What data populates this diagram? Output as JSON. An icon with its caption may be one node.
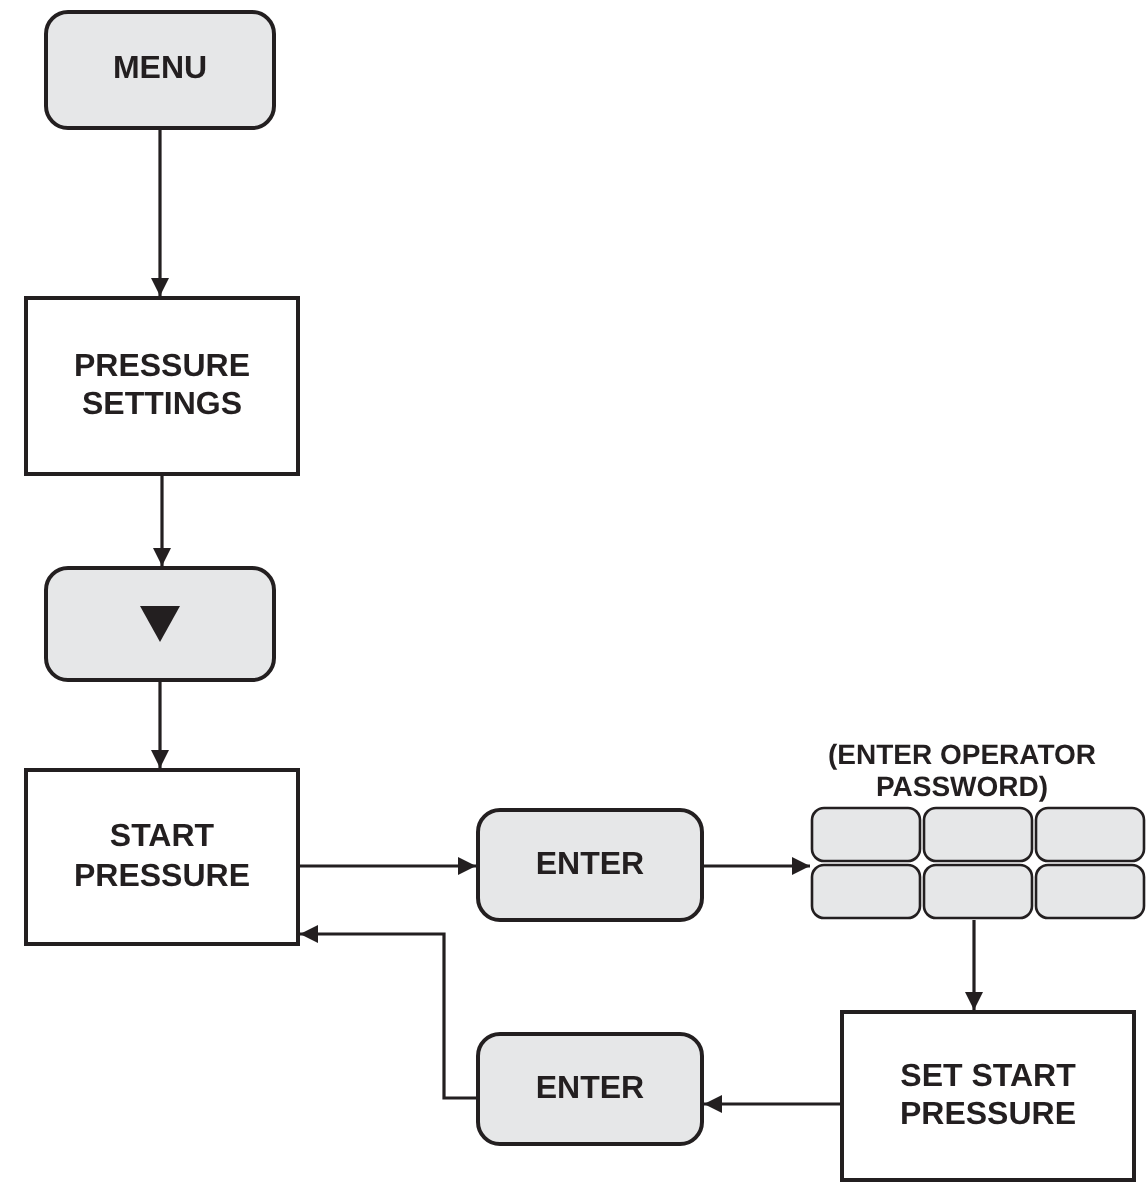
{
  "diagram": {
    "nodes": [
      {
        "text": [
          "MENU"
        ]
      },
      {
        "text": [
          "PRESSURE SETTINGS"
        ]
      },
      {
        "text": [],
        "shape": "box"
      },
      {
        "text": [
          "START PRESSURE"
        ]
      },
      {
        "text": [
          "ENTER"
        ]
      },
      {
        "text": [],
        "shape": "box",
        "beside": [
          "(ENTER OPERATOR PASSWORD)"
        ]
      },
      {
        "text": [
          "SET START PRESSURE"
        ]
      },
      {
        "text": [
          "ENTER"
        ]
      }
    ],
    "edges": [
      {
        "from": 0,
        "to": 1,
        "arrow": "to"
      },
      {
        "from": 1,
        "to": 2,
        "arrow": "to"
      },
      {
        "from": 2,
        "to": 3,
        "arrow": "to"
      },
      {
        "from": 3,
        "to": 4,
        "arrow": "to"
      },
      {
        "from": 4,
        "to": 5,
        "arrow": "to"
      },
      {
        "from": 5,
        "to": 6,
        "arrow": "to"
      },
      {
        "from": 6,
        "to": 7,
        "arrow": "to"
      },
      {
        "from": 7,
        "to": 3,
        "arrow": "to"
      }
    ]
  }
}
